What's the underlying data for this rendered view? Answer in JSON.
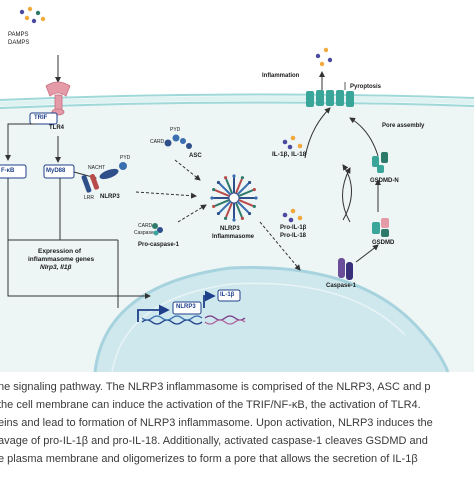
{
  "figure": {
    "labels": {
      "pamps": "PAMPS",
      "damps": "DAMPS",
      "trif": "TRIF",
      "tlr4": "TLR4",
      "nfkb": "F-κB",
      "myd88": "MyD88",
      "lrr": "LRR",
      "nacht": "NACHT",
      "pyd_nlrp3": "PYD",
      "nlrp3": "NLRP3",
      "pyd_asc": "PYD",
      "card_asc": "CARD",
      "asc": "ASC",
      "card_casp": "CARD",
      "caspase_small": "Caspase",
      "pro_caspase1": "Pro-caspase-1",
      "nlrp3_inflammasome_1": "NLRP3",
      "nlrp3_inflammasome_2": "Inflammasome",
      "expression_1": "Expression of",
      "expression_2": "inflammasome genes",
      "expression_genes": "Nlrp3, Il1β",
      "inflammation": "Inflammation",
      "pyroptosis": "Pyroptosis",
      "pore_assembly": "Pore assembly",
      "il1b_il18": "IL-1β,  IL-18",
      "gsdmd_n": "GSDMD-N",
      "pro_il1b": "Pro-IL-1β",
      "pro_il18": "Pro-IL-18",
      "gsdmd": "GSDMD",
      "caspase1": "Caspase-1",
      "gene_nlrp3": "NLRP3",
      "gene_il1b": "IL-1β"
    },
    "caption_lines": [
      "ne signaling pathway. The NLRP3 inflammasome is comprised of the NLRP3, ASC and p",
      "the cell membrane can induce the activation of the TRIF/NF-κB, the activation of TLR4.",
      "eins and lead to formation of NLRP3 inflammasome. Upon activation, NLRP3 induces the",
      "avage of pro-IL-1β and pro-IL-18. Additionally, activated caspase-1 cleaves GSDMD and",
      "e plasma membrane and oligomerizes to form a pore that allows the secretion of IL-1β"
    ],
    "colors": {
      "cell_background": "#eef5f5",
      "membrane": "#9fd8d8",
      "nucleus": "#cfe8ee",
      "arrow": "#333333",
      "accent_blue": "#1e3f8a",
      "caption_text": "#3a3a3a"
    }
  }
}
